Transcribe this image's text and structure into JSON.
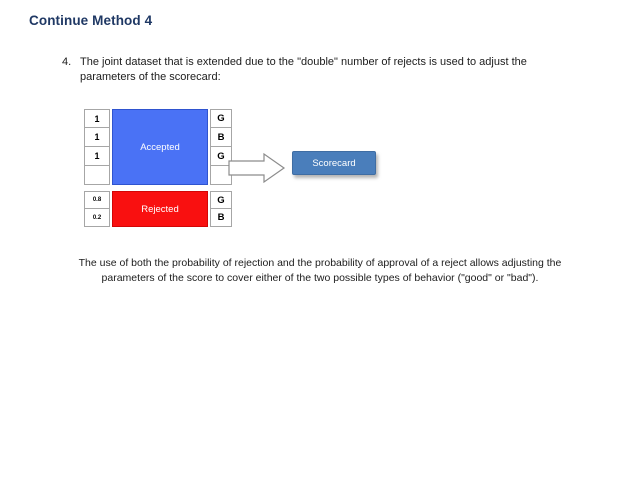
{
  "slide": {
    "title": "Continue Method 4",
    "title_color": "#1f3864"
  },
  "bullet": {
    "number": "4.",
    "text": "The joint dataset that is extended due to the \"double\" number of rejects is used to adjust the parameters of the scorecard:"
  },
  "diagram": {
    "accepted": {
      "label": "Accepted",
      "color": "#4a72f5",
      "left_cells": [
        "1",
        "1",
        "1",
        ""
      ],
      "right_cells": [
        "G",
        "B",
        "G",
        ""
      ]
    },
    "rejected": {
      "label": "Rejected",
      "color": "#f91010",
      "left_cells": [
        "0.8",
        "0.2"
      ],
      "right_cells": [
        "G",
        "B"
      ]
    },
    "arrow": {
      "icon": "right-block-arrow-icon",
      "fill": "#ffffff",
      "stroke": "#808080"
    },
    "scorecard": {
      "label": "Scorecard",
      "color": "#4a7ebb",
      "text_color": "#ffffff"
    }
  },
  "closing": {
    "text": "The use of both the probability of rejection and the probability of approval of a reject allows adjusting the parameters of the score to cover either of the two possible types of behavior (\"good\" or \"bad\")."
  }
}
